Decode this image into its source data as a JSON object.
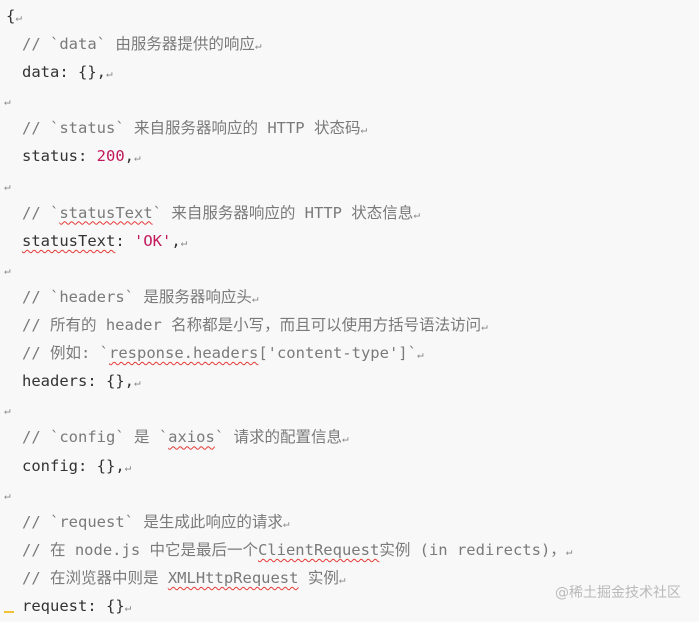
{
  "para_mark": "↵",
  "lines": [
    {
      "text": "{"
    },
    {
      "text": "// `data` 由服务器提供的响应"
    },
    {
      "text": "data: {},"
    },
    {
      "text": ""
    },
    {
      "text": "// `status` 来自服务器响应的 HTTP 状态码"
    },
    {
      "key": "status: ",
      "value": "200",
      "tail": ","
    },
    {
      "text": ""
    },
    {
      "pre": "// `",
      "err": "statusText",
      "post": "` 来自服务器响应的 HTTP 状态信息"
    },
    {
      "err": "statusText",
      "post": ": ",
      "value": "'OK'",
      "tail": ","
    },
    {
      "text": ""
    },
    {
      "text": "// `headers` 是服务器响应头"
    },
    {
      "text": "// 所有的 header 名称都是小写，而且可以使用方括号语法访问"
    },
    {
      "pre": "// 例如: `",
      "err": "response.headers",
      "post": "['content-type']`"
    },
    {
      "text": "headers: {},"
    },
    {
      "text": ""
    },
    {
      "pre": "// `config` 是 `",
      "err": "axios",
      "post": "` 请求的配置信息"
    },
    {
      "text": "config: {},"
    },
    {
      "text": ""
    },
    {
      "text": "// `request` 是生成此响应的请求"
    },
    {
      "pre": "// 在 node.js 中它是最后一个",
      "err": "ClientRequest",
      "post": "实例 (in redirects)，"
    },
    {
      "pre": "// 在浏览器中则是 ",
      "err": "XMLHttpRequest",
      "post": " 实例"
    },
    {
      "text": "request: {}"
    }
  ],
  "watermark": "@稀土掘金技术社区"
}
